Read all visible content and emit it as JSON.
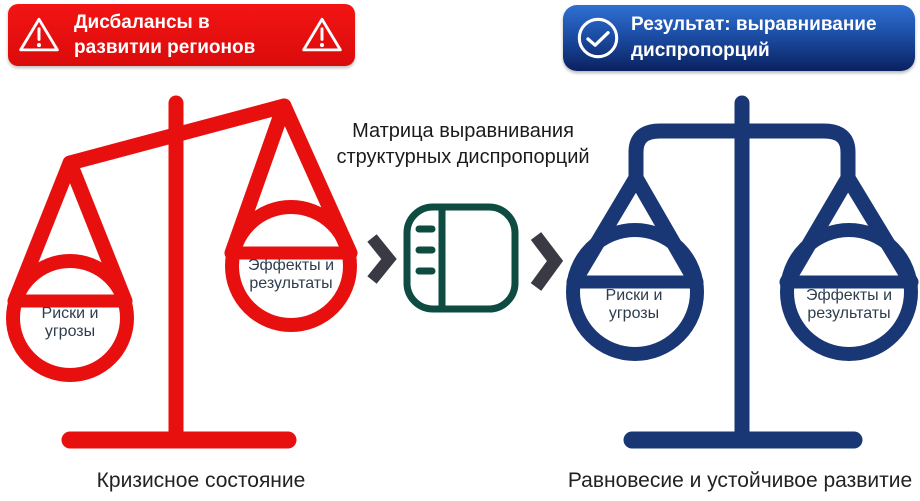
{
  "imbalance_banner": {
    "line1": "Дисбалансы в",
    "line2": "развитии регионов",
    "icon": "warning-triangle-icon",
    "bg_color": "#e30f0f",
    "text_color": "#ffffff"
  },
  "result_banner": {
    "line1": "Результат: выравнивание",
    "line2": "диспропорций",
    "icon": "check-circle-icon",
    "bg_gradient_top": "#2f70d2",
    "bg_gradient_bottom": "#0a2160",
    "text_color": "#ffffff"
  },
  "matrix": {
    "title_line1": "Матрица выравнивания",
    "title_line2": "структурных диспропорций",
    "icon": "matrix-grid-icon",
    "icon_color": "#0e4b41"
  },
  "arrows": {
    "icon": "chevron-right-icon",
    "color": "#3a3a44"
  },
  "crisis_scale": {
    "state": "imbalanced",
    "color": "#e8100f",
    "left_pan": {
      "line1": "Риски и",
      "line2": "угрозы"
    },
    "right_pan": {
      "line1": "Эффекты и",
      "line2": "результаты"
    },
    "caption": "Кризисное состояние"
  },
  "balanced_scale": {
    "state": "balanced",
    "color": "#1a3775",
    "left_pan": {
      "line1": "Риски и",
      "line2": "угрозы"
    },
    "right_pan": {
      "line1": "Эффекты и",
      "line2": "результаты"
    },
    "caption": "Равновесие и устойчивое развитие"
  },
  "pan_label_color": "#2e3d4e"
}
